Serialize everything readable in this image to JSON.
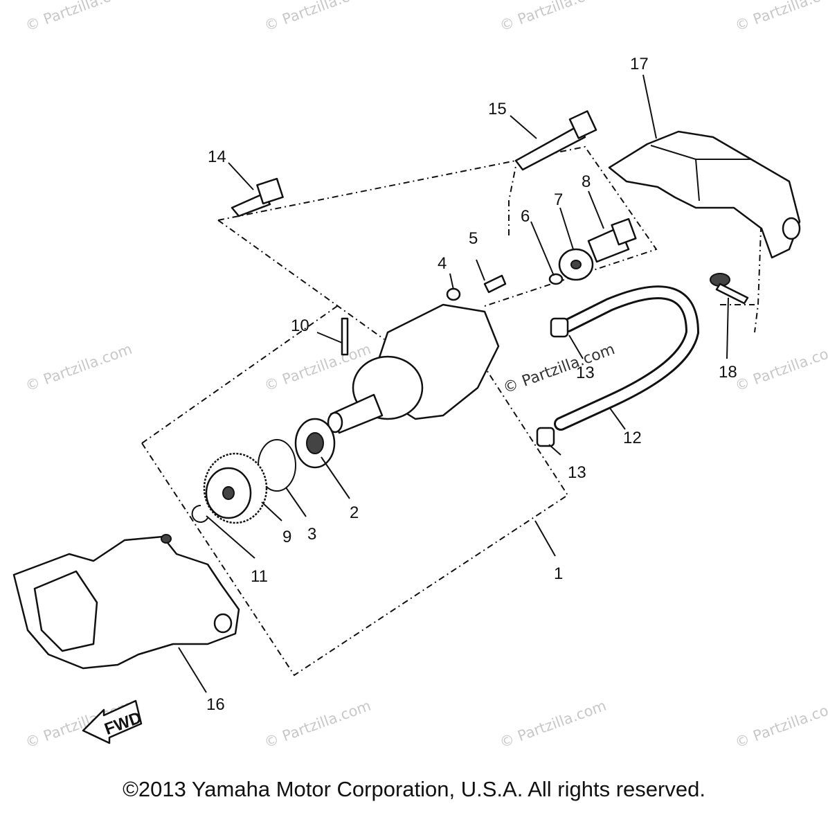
{
  "watermark_text": "© Partzilla.com",
  "watermark_mid_text": "© Partzilla.com",
  "arrow_label": "FWD",
  "copyright": "©2013  Yamaha Motor Corporation, U.S.A. All rights reserved.",
  "callouts": [
    "1",
    "2",
    "3",
    "4",
    "5",
    "6",
    "7",
    "8",
    "9",
    "10",
    "11",
    "12",
    "13",
    "13",
    "14",
    "15",
    "16",
    "17",
    "18"
  ]
}
